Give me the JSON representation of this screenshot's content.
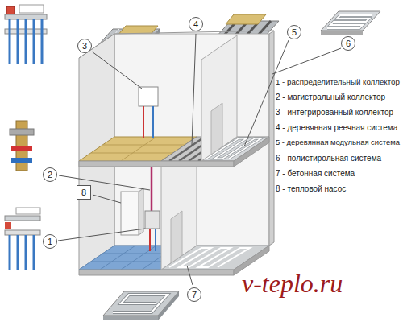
{
  "diagram": {
    "nodes": [
      {
        "text": [
          "3"
        ]
      },
      {
        "text": [
          "4"
        ]
      },
      {
        "text": [
          "5"
        ]
      },
      {
        "text": [
          "6"
        ]
      },
      {
        "text": [
          "2"
        ]
      },
      {
        "text": [
          "8"
        ]
      },
      {
        "text": [
          "1"
        ]
      },
      {
        "text": [
          "7"
        ]
      }
    ],
    "labels": [
      "1 - распределительный коллектор",
      "2 - магистральный коллектор",
      "3 - интегрированный коллектор",
      "4 - деревянная реечная система",
      "5 - деревянная модульная система",
      "6 - полистирольная система",
      "7 - бетонная система",
      "8 - тепловой насос",
      "v-teplo.ru"
    ]
  }
}
